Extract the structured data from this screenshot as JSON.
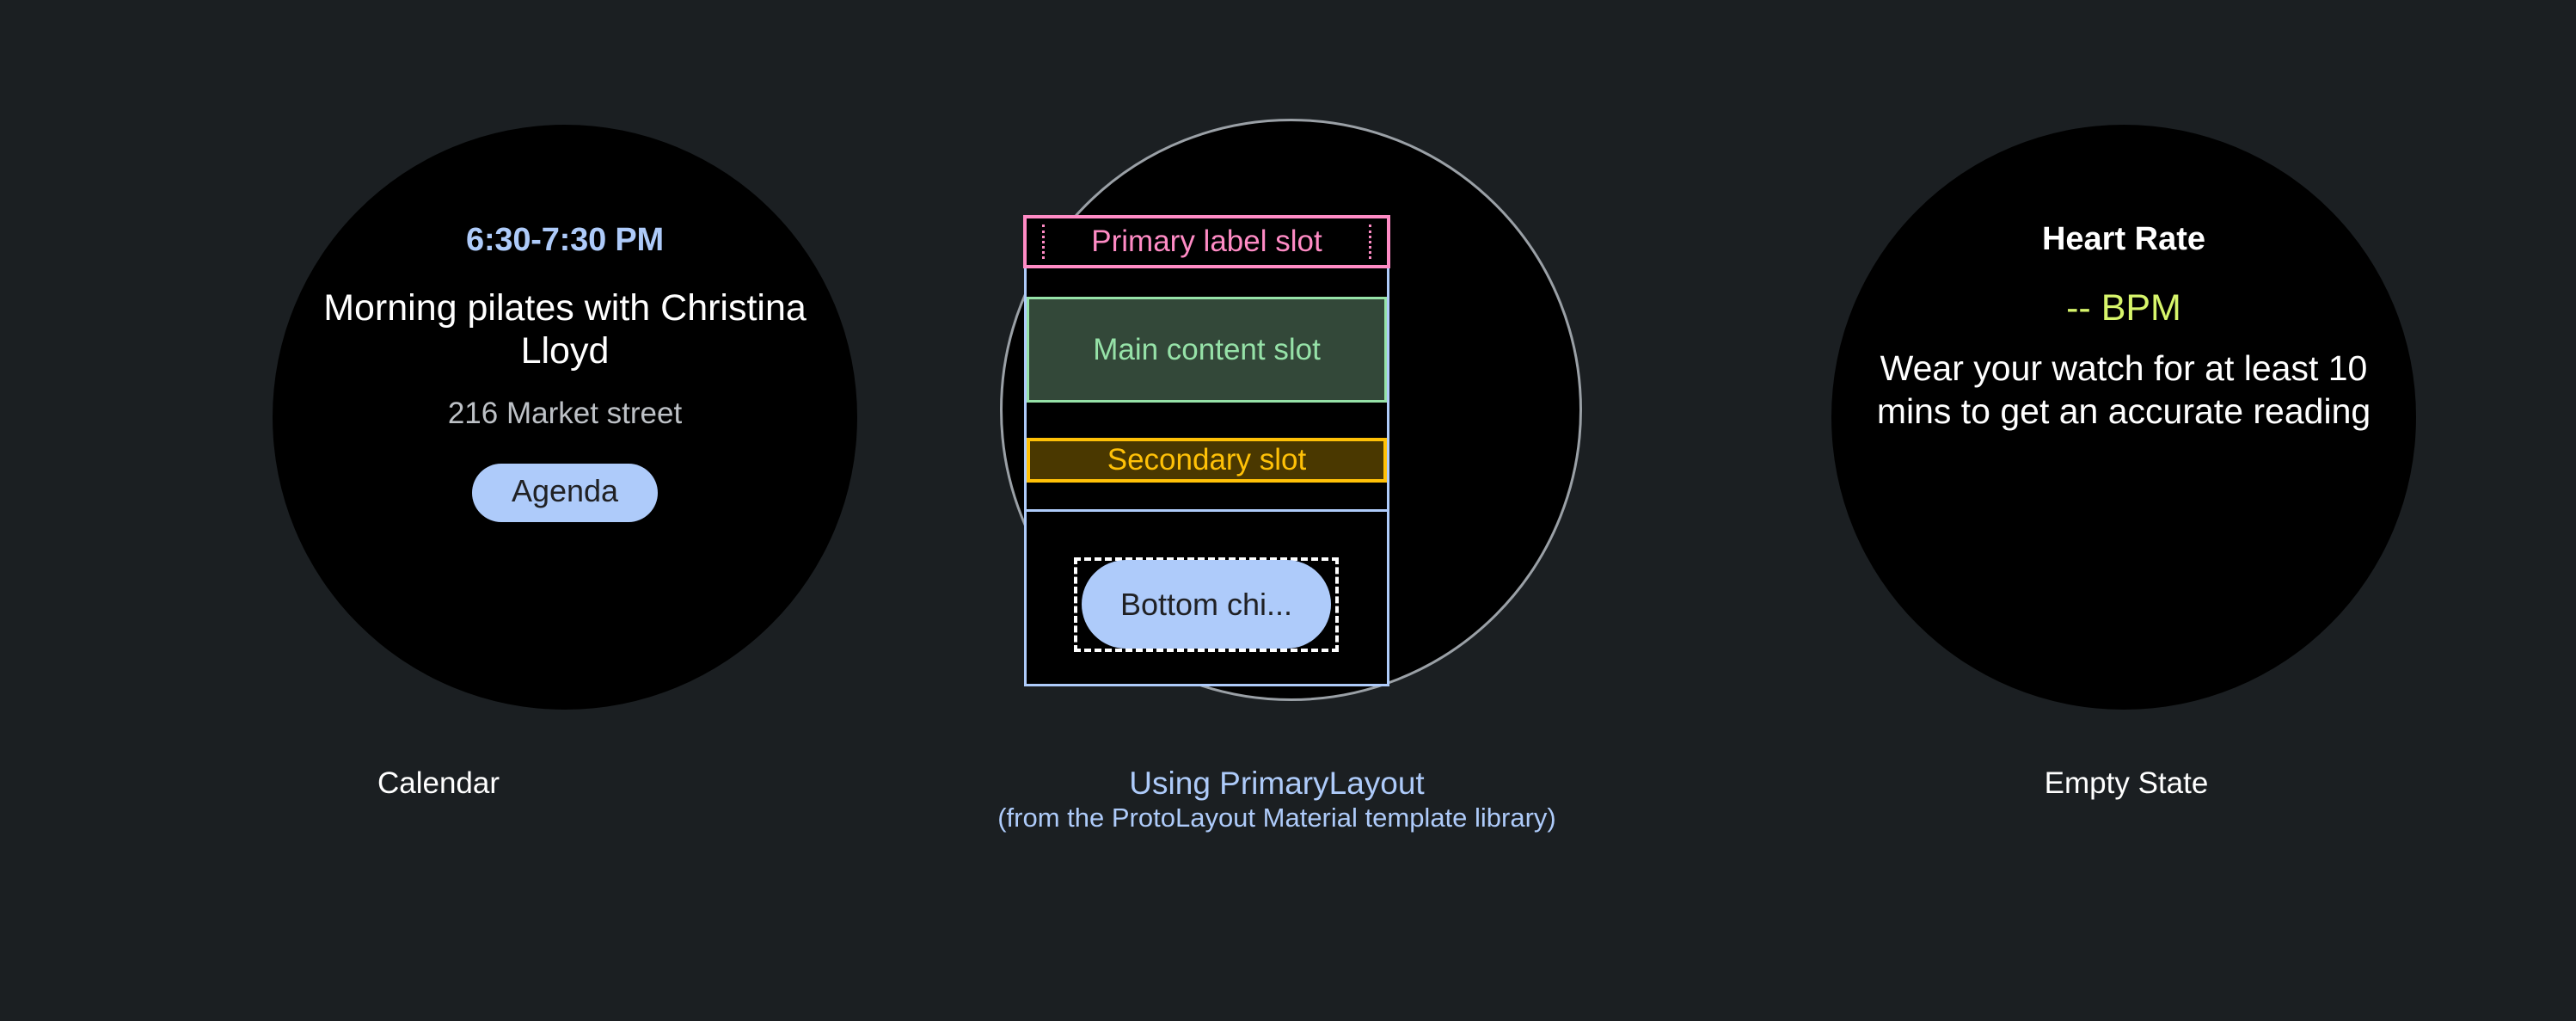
{
  "background_color": "#1b1f22",
  "panels": {
    "calendar": {
      "caption": "Calendar",
      "watch": {
        "time_range": "6:30-7:30 PM",
        "event_title": "Morning pilates with Christina Lloyd",
        "location": "216 Market street",
        "chip_label": "Agenda"
      }
    },
    "layout": {
      "caption_title": "Using PrimaryLayout",
      "caption_subtitle": "(from the ProtoLayout Material template library)",
      "slots": {
        "primary_label": "Primary label slot",
        "main_content": "Main content slot",
        "secondary": "Secondary slot",
        "bottom_chip": "Bottom chi..."
      },
      "colors": {
        "primary_label": "#FF8BC5",
        "main_content_text": "#96E2A8",
        "main_content_fill": "#334839",
        "secondary_text": "#FFC107",
        "secondary_fill": "#4A3800",
        "chip_fill": "#AECBFA",
        "outer_box_border": "#AECBFA",
        "circle_outline": "#9aa0a6"
      }
    },
    "empty_state": {
      "caption": "Empty State",
      "watch": {
        "title": "Heart Rate",
        "value": "-- BPM",
        "value_color": "#D7F56B",
        "description": "Wear your watch for at least 10 mins to get an accurate reading"
      }
    }
  }
}
